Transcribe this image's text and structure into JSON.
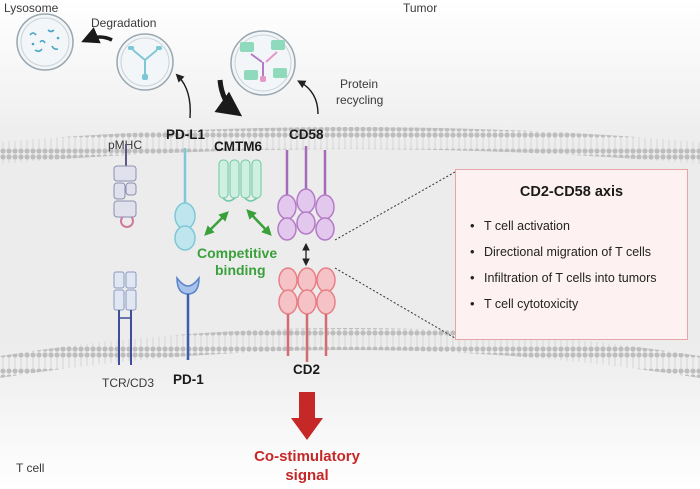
{
  "labels": {
    "lysosome": "Lysosome",
    "degradation": "Degradation",
    "tumor": "Tumor",
    "protein_recycling_1": "Protein",
    "protein_recycling_2": "recycling",
    "pmhc": "pMHC",
    "pdl1": "PD-L1",
    "cmtm6": "CMTM6",
    "cd58": "CD58",
    "competitive_1": "Competitive",
    "competitive_2": "binding",
    "tcr_cd3": "TCR/CD3",
    "pd1": "PD-1",
    "cd2": "CD2",
    "t_cell": "T cell",
    "costim_1": "Co-stimulatory",
    "costim_2": "signal"
  },
  "axis_box": {
    "title": "CD2-CD58 axis",
    "items": [
      "T cell activation",
      "Directional migration of T cells",
      "Infiltration of T cells into tumors",
      "T cell cytotoxicity"
    ]
  },
  "colors": {
    "membrane": "#cfcfcf",
    "pdl1": "#7ec8d6",
    "cmtm6": "#8fd9bd",
    "cd58": "#b57ac7",
    "cd2": "#e87f86",
    "pd1": "#5a84c7",
    "pmhc": "#8d8fb0",
    "competitive": "#3aa03a",
    "costim": "#c62828"
  }
}
